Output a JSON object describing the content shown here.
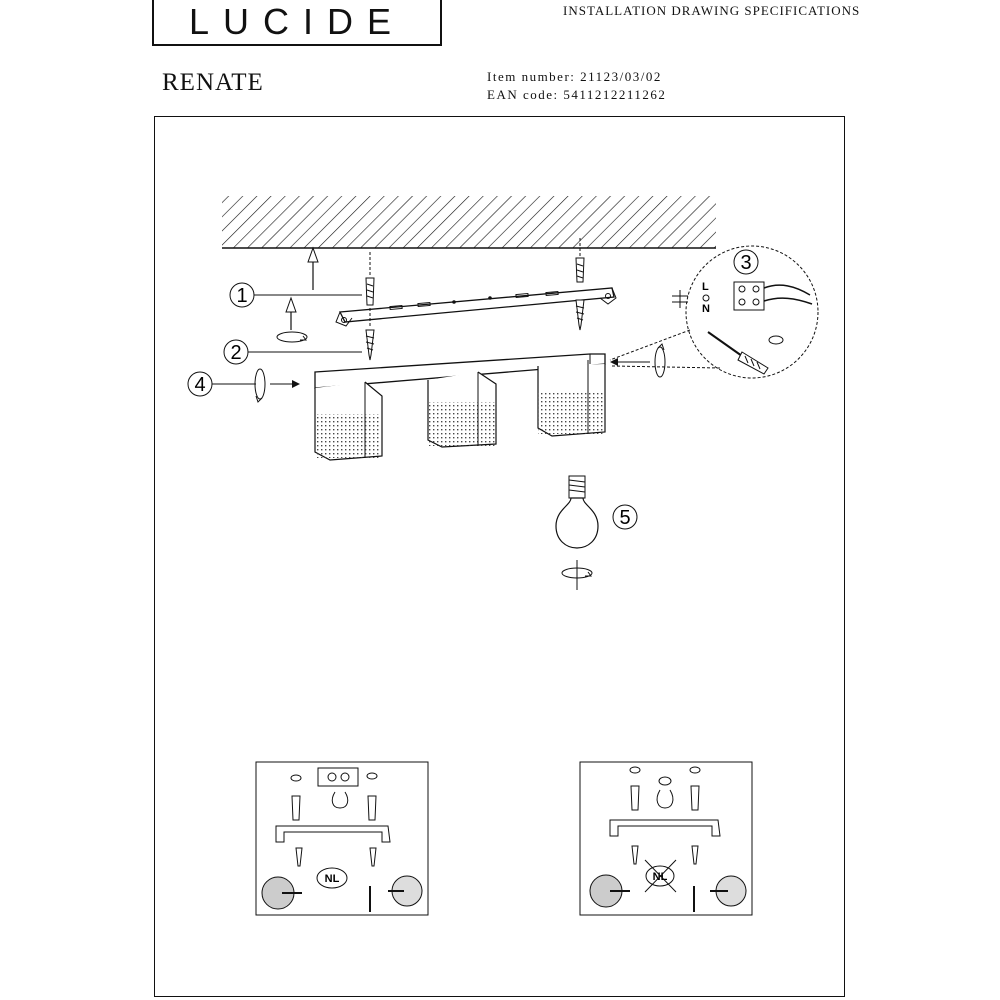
{
  "brand": {
    "logo_text": "LUCIDE"
  },
  "header": {
    "doc_title": "INSTALLATION DRAWING SPECIFICATIONS"
  },
  "product": {
    "name": "RENATE",
    "item_number_text": "Item number: 21123/03/02",
    "ean_text": "EAN code: 5411212211262"
  },
  "steps": [
    {
      "label": "1"
    },
    {
      "label": "2"
    },
    {
      "label": "3"
    },
    {
      "label": "4"
    },
    {
      "label": "5"
    }
  ],
  "wiring": {
    "live": "L",
    "neutral": "N"
  },
  "insets": [
    {
      "badge": "NL"
    },
    {
      "badge": "NL"
    }
  ],
  "colors": {
    "line": "#111111",
    "background": "#ffffff"
  }
}
